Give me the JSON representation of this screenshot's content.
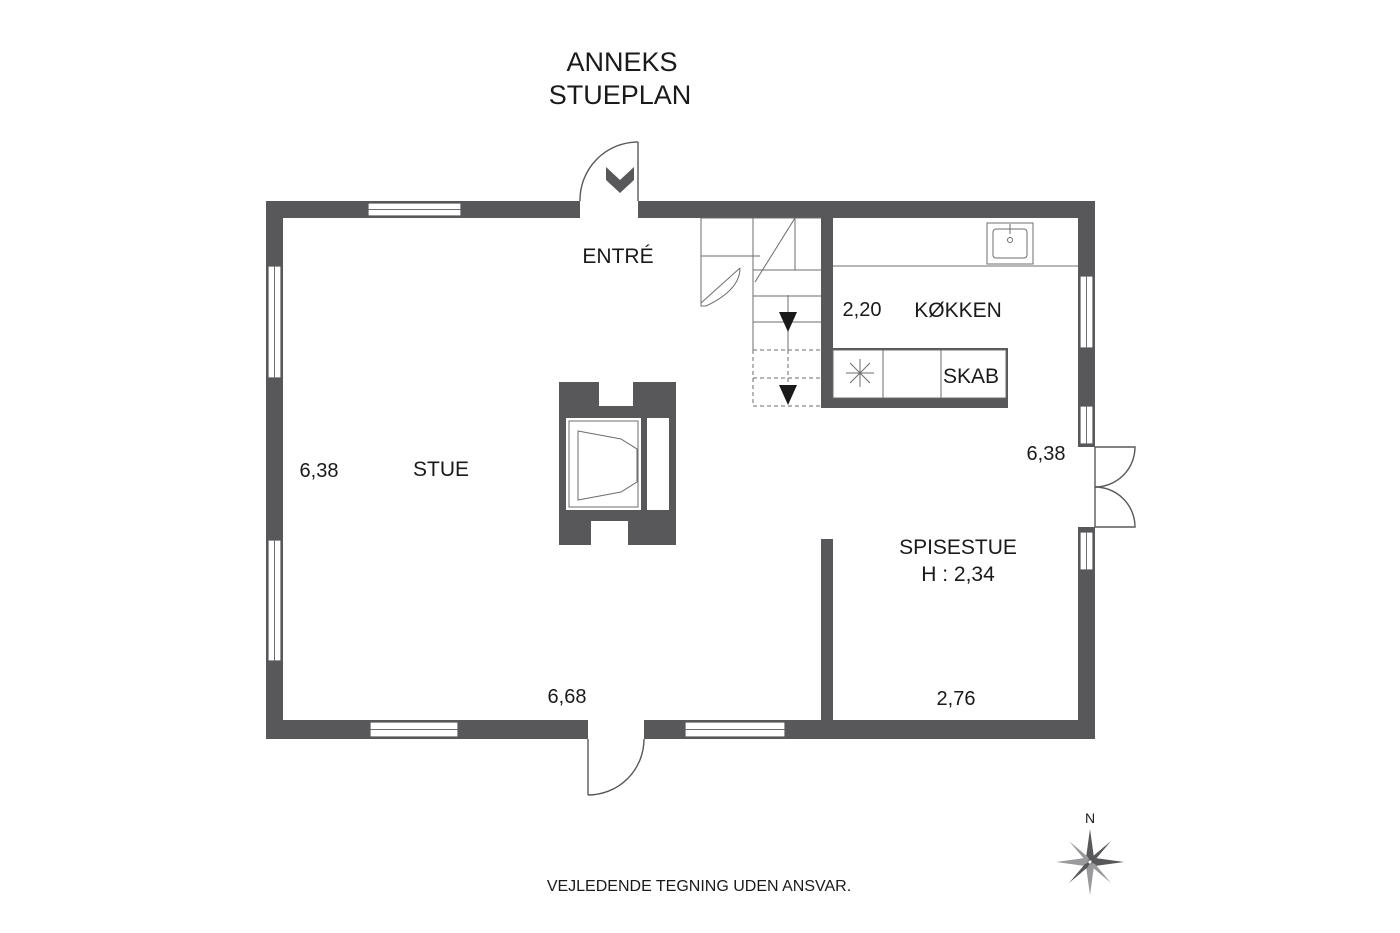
{
  "title": {
    "line1": "ANNEKS",
    "line2": "STUEPLAN"
  },
  "rooms": {
    "entre": "ENTRÉ",
    "kokken": "KØKKEN",
    "skab": "SKAB",
    "stue": "STUE",
    "spisestue": "SPISESTUE",
    "height": "H : 2,34"
  },
  "dimensions": {
    "kokken_width": "2,20",
    "stue_height": "6,38",
    "right_height": "6,38",
    "bottom_left": "6,68",
    "bottom_right": "2,76"
  },
  "compass": {
    "north": "N"
  },
  "footer": "VEJLEDENDE TEGNING UDEN ANSVAR.",
  "colors": {
    "wall": "#58585a",
    "text": "#1a1a1a",
    "background": "#ffffff"
  }
}
